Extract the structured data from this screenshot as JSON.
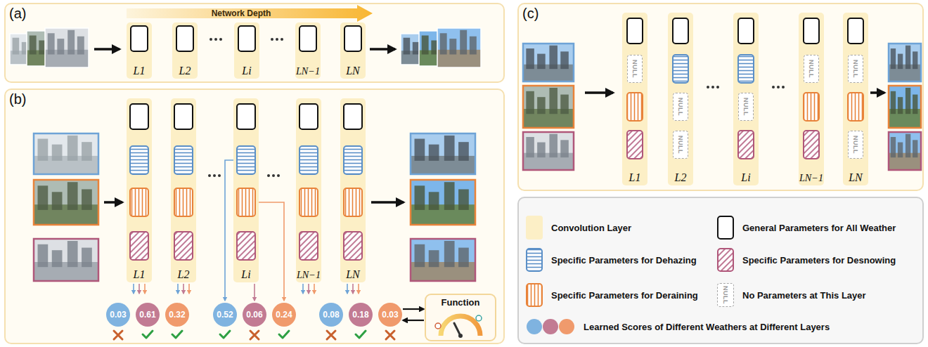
{
  "diagram": {
    "nodes": [
      {
        "text": [
          "(a)"
        ]
      },
      {
        "text": [
          "L1"
        ],
        "in": 0
      },
      {
        "text": [
          "L2"
        ],
        "in": 0
      },
      {
        "text": [
          "Li"
        ],
        "in": 0
      },
      {
        "text": [
          "LN−1"
        ],
        "in": 0
      },
      {
        "text": [
          "LN"
        ],
        "in": 0
      },
      {
        "text": [
          "(b)"
        ]
      },
      {
        "text": [
          "L1"
        ],
        "in": 6
      },
      {
        "text": [
          "L2"
        ],
        "in": 6
      },
      {
        "text": [
          "Li"
        ],
        "in": 6
      },
      {
        "text": [
          "LN−1"
        ],
        "in": 6
      },
      {
        "text": [
          "LN"
        ],
        "in": 6
      },
      {
        "text": [
          "0.03"
        ],
        "in": 6
      },
      {
        "text": [
          "0.61"
        ],
        "in": 6
      },
      {
        "text": [
          "0.32"
        ],
        "in": 6
      },
      {
        "text": [
          "0.52"
        ],
        "in": 6
      },
      {
        "text": [
          "0.06"
        ],
        "in": 6
      },
      {
        "text": [
          "0.24"
        ],
        "in": 6
      },
      {
        "text": [
          "0.08"
        ],
        "in": 6
      },
      {
        "text": [
          "0.18"
        ],
        "in": 6
      },
      {
        "text": [
          "0.03"
        ],
        "in": 6
      },
      {
        "text": [
          "Function"
        ],
        "in": 6
      },
      {
        "text": [
          "(c)"
        ]
      },
      {
        "text": [
          "L1"
        ],
        "in": 22
      },
      {
        "text": [
          "NULL"
        ],
        "in": 23
      },
      {
        "text": [
          "L2"
        ],
        "in": 22
      },
      {
        "text": [
          "NULL"
        ],
        "in": 25
      },
      {
        "text": [
          "NULL"
        ],
        "in": 25
      },
      {
        "text": [
          "Li"
        ],
        "in": 22
      },
      {
        "text": [
          "NULL"
        ],
        "in": 28
      },
      {
        "text": [
          "LN−1"
        ],
        "in": 22
      },
      {
        "text": [
          "NULL"
        ],
        "in": 30
      },
      {
        "text": [
          "LN"
        ],
        "in": 22
      },
      {
        "text": [
          "NULL"
        ],
        "in": 32
      },
      {
        "text": [
          "NULL"
        ],
        "in": 32
      }
    ],
    "edges": [
      {
        "from": 20,
        "to": 21,
        "arrow": "to"
      },
      {
        "from": 21,
        "to": 20,
        "arrow": "to"
      }
    ],
    "labels": [
      "Network Depth",
      "NULL"
    ],
    "legend": [
      {
        "text": "Convolution Layer",
        "color": "#fcefc6"
      },
      {
        "text": "General Parameters for All Weather"
      },
      {
        "text": "Specific Parameters for Dehazing"
      },
      {
        "text": "Specific Parameters for Desnowing"
      },
      {
        "text": "Specific Parameters for Deraining"
      },
      {
        "text": "No Parameters at This Layer"
      },
      {
        "text": "Learned Scores of Different Weathers at Different Layers"
      }
    ]
  }
}
